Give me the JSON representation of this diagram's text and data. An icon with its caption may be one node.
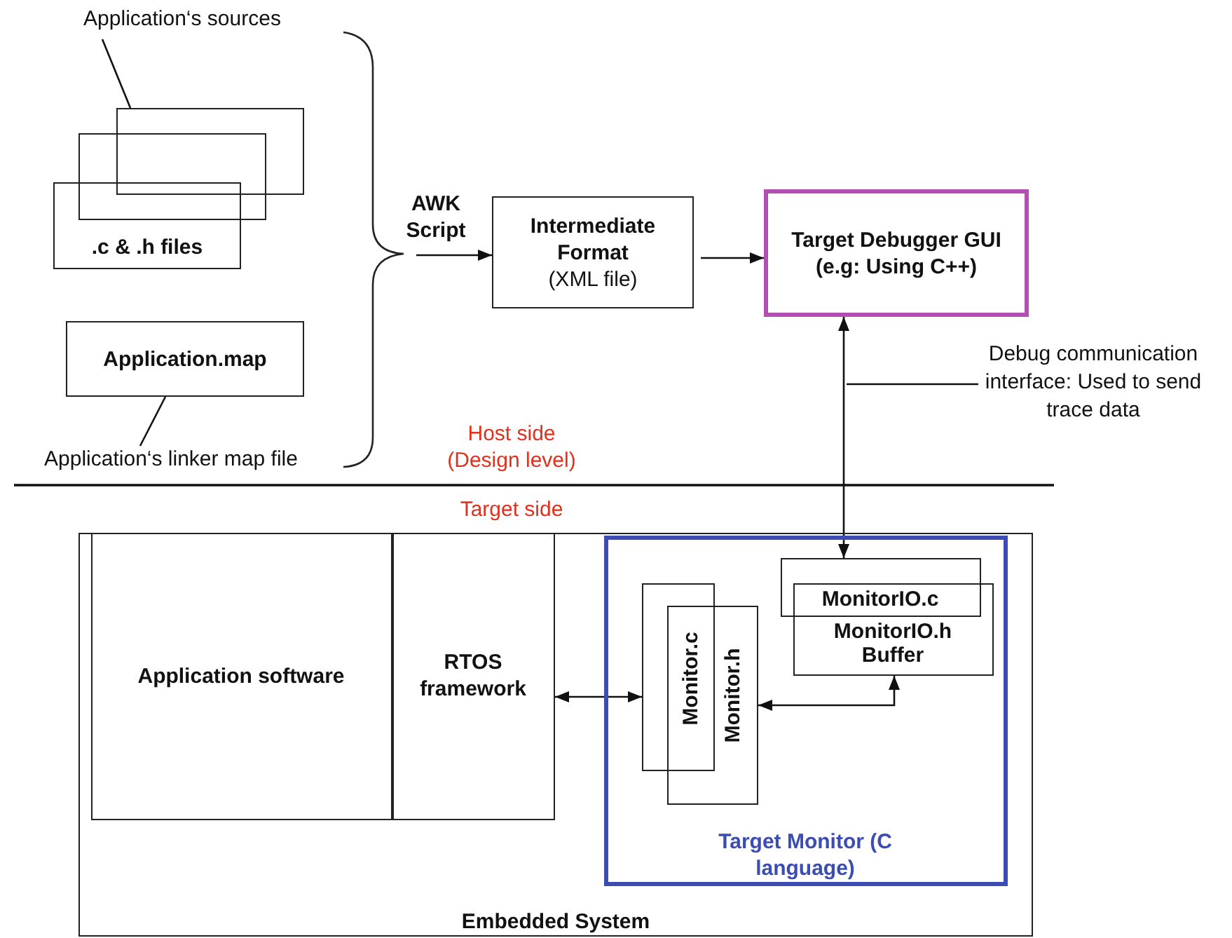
{
  "diagram": {
    "nodes": [
      {
        "text": [
          "Application‘s sources"
        ]
      },
      {
        "text": [],
        "shape": "box"
      },
      {
        "text": [],
        "shape": "box"
      },
      {
        "text": [
          ".c & .h files"
        ]
      },
      {
        "text": [
          "Application.map"
        ]
      },
      {
        "text": [
          "Application‘s linker map file"
        ]
      },
      {
        "text": [
          "Intermediate Format",
          "(XML file)"
        ]
      },
      {
        "text": [
          "Target Debugger GUI",
          "(e.g: Using C++)"
        ]
      },
      {
        "text": [
          "Debug communication interface: Used to send trace data"
        ]
      },
      {
        "text": [
          "Embedded System"
        ]
      },
      {
        "text": [
          "Application software"
        ],
        "in": 9
      },
      {
        "text": [
          "RTOS framework"
        ],
        "in": 9
      },
      {
        "text": [
          "Target Monitor (C language)"
        ],
        "in": 9
      },
      {
        "text": [
          "Monitor.c"
        ],
        "in": 12
      },
      {
        "text": [
          "Monitor.h"
        ],
        "in": 12
      },
      {
        "text": [
          "MonitorIO.c"
        ],
        "in": 12
      },
      {
        "text": [
          "MonitorIO.h",
          "Buffer"
        ],
        "in": 12
      }
    ],
    "edges": [
      {
        "from": 0,
        "to": 1,
        "arrow": "none"
      },
      {
        "from": 5,
        "to": 4,
        "arrow": "none"
      },
      {
        "from": null,
        "to": 6,
        "arrow": "to",
        "label": "AWK Script"
      },
      {
        "from": 6,
        "to": 7,
        "arrow": "to"
      },
      {
        "from": 7,
        "to": 15,
        "arrow": "both"
      },
      {
        "from": 8,
        "to": null,
        "arrow": "none"
      },
      {
        "from": 11,
        "to": 13,
        "arrow": "both"
      },
      {
        "from": 14,
        "to": 16,
        "arrow": "both"
      }
    ],
    "labels": [
      "Host side (Design level)",
      "Target side"
    ]
  }
}
